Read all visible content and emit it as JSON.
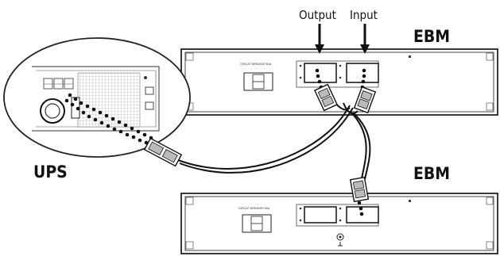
{
  "labels": {
    "output": "Output",
    "input": "Input",
    "ebm_top": "EBM",
    "ebm_bottom": "EBM",
    "ups": "UPS"
  },
  "panel_text": {
    "breaker_top": "CIRCUIT BREAKER 80A",
    "breaker_bottom": "CIRCUIT BREAKER 80A"
  }
}
